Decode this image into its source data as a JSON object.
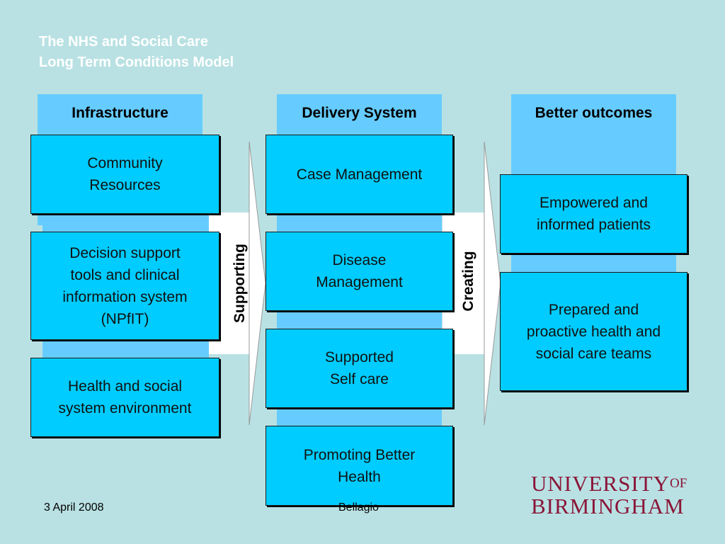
{
  "title": {
    "line1": "The NHS and Social Care",
    "line2": "Long Term Conditions Model"
  },
  "columns": {
    "infrastructure": {
      "heading": "Infrastructure",
      "boxes": [
        "Community\nResources",
        "Decision support\ntools and clinical\ninformation system\n(NPfIT)",
        "Health and social\nsystem environment"
      ]
    },
    "delivery": {
      "heading": "Delivery System",
      "boxes": [
        "Case Management",
        "Disease\nManagement",
        "Supported\nSelf care",
        "Promoting Better\nHealth"
      ]
    },
    "outcomes": {
      "heading": "Better outcomes",
      "boxes": [
        "Empowered and\ninformed patients",
        "Prepared and\nproactive health and\nsocial care teams"
      ]
    }
  },
  "arrows": {
    "first": "Supporting",
    "second": "Creating"
  },
  "footer": {
    "date": "3 April 2008",
    "place": "Bellagio"
  },
  "logo": {
    "line1": "UNIVERSITY",
    "of": "OF",
    "line2": "BIRMINGHAM"
  },
  "colors": {
    "background": "#b9e1e3",
    "column": "#66ccff",
    "box": "#00ccff",
    "title": "#ffffff",
    "logo": "#8a1538"
  }
}
